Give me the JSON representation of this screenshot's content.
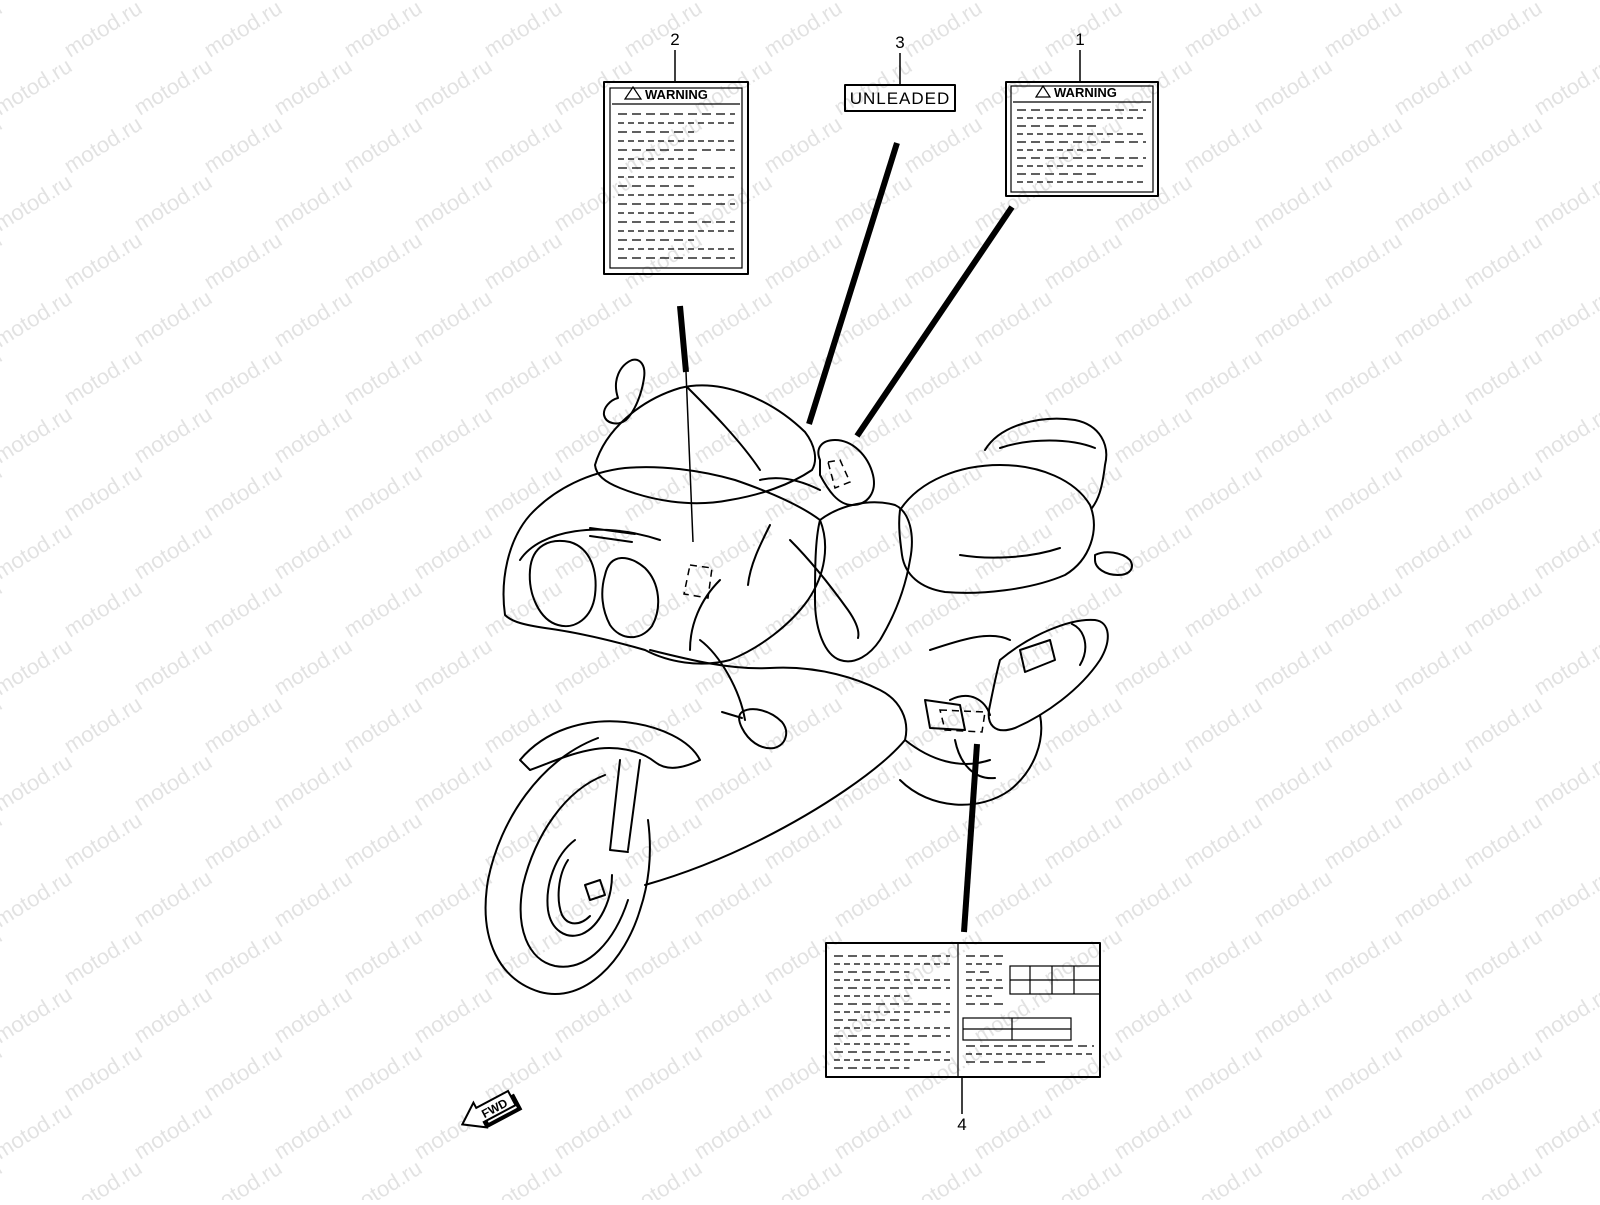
{
  "watermark": {
    "text": "motod.ru"
  },
  "callouts": [
    {
      "id": "1",
      "label": "1"
    },
    {
      "id": "2",
      "label": "2"
    },
    {
      "id": "3",
      "label": "3"
    },
    {
      "id": "4",
      "label": "4"
    }
  ],
  "labels": {
    "warning_1": {
      "title": "WARNING",
      "icon": "warning-triangle-icon"
    },
    "warning_2": {
      "title": "WARNING",
      "icon": "warning-triangle-icon"
    },
    "unleaded": {
      "text": "UNLEADED"
    }
  },
  "direction_indicator": {
    "text": "FWD",
    "icon": "forward-arrow-icon"
  },
  "colors": {
    "ink": "#000000",
    "paper": "#ffffff"
  }
}
